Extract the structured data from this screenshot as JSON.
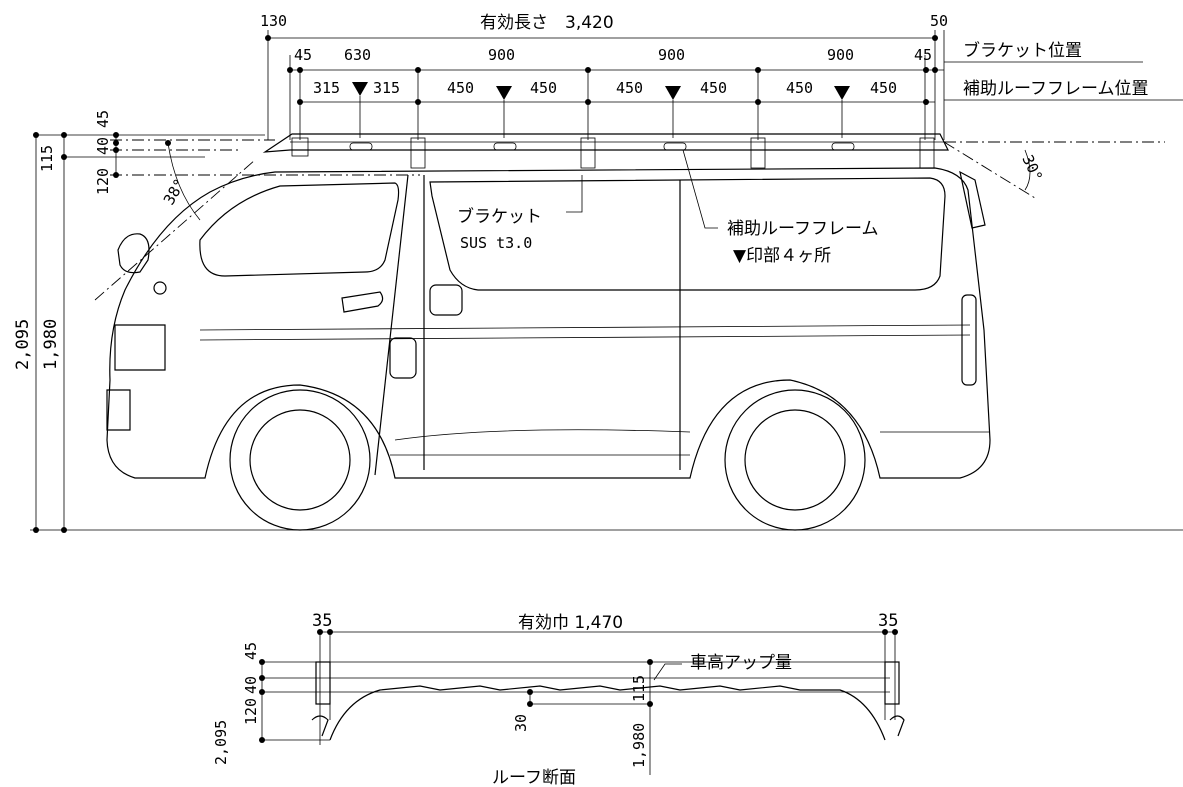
{
  "side": {
    "total_length_label": "有効長さ　3,420",
    "end_left": "130",
    "end_right": "50",
    "row1": [
      "45",
      "630",
      "900",
      "900",
      "900",
      "45"
    ],
    "row2": [
      "315",
      "315",
      "450",
      "450",
      "450",
      "450",
      "450",
      "450"
    ],
    "bracket_position": "ブラケット位置",
    "subframe_position": "補助ルーフフレーム位置",
    "left_dims": {
      "d45": "45",
      "d40": "40",
      "d115": "115",
      "d120": "120",
      "d2095": "2,095",
      "d1980": "1,980",
      "angle_front": "38°"
    },
    "angle_rear": "30°",
    "bracket_label": "ブラケット",
    "bracket_material": "SUS t3.0",
    "subframe_label": "補助ルーフフレーム",
    "mark_note": "▼印部４ヶ所"
  },
  "section": {
    "width_label": "有効巾 1,470",
    "side_left": "35",
    "side_right": "35",
    "d45": "45",
    "d120": "120",
    "d40": "40",
    "d2095": "2,095",
    "d115": "115",
    "d30": "30",
    "d1980": "1,980",
    "raise_label": "車高アップ量",
    "title": "ルーフ断面"
  }
}
